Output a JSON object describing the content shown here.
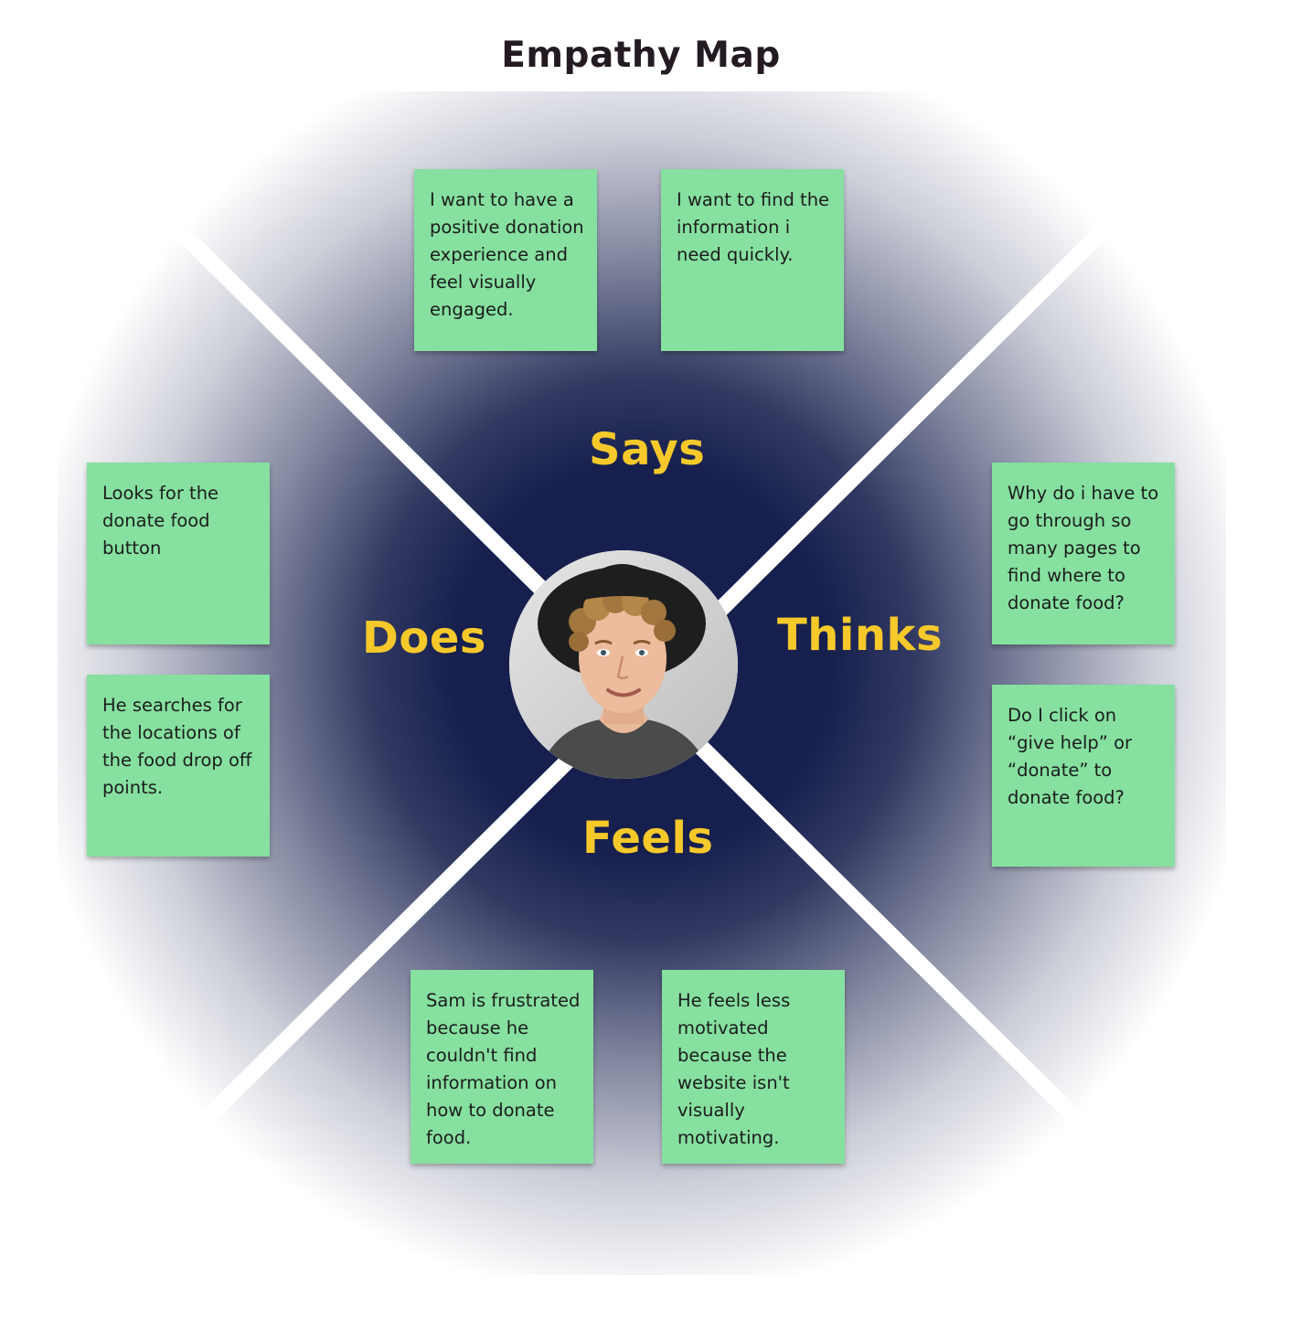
{
  "title": "Empathy Map",
  "quadrants": {
    "says": "Says",
    "does": "Does",
    "thinks": "Thinks",
    "feels": "Feels"
  },
  "notes": {
    "says": [
      "I want to have a positive donation experience and feel visually engaged.",
      "I want to find the information i need quickly."
    ],
    "does": [
      "Looks for the donate food button",
      "He searches for the locations of the food drop off points."
    ],
    "thinks": [
      "Why do i have to go through so many pages to find where to donate food?",
      "Do I click on “give help” or “donate” to donate food?"
    ],
    "feels": [
      "Sam is frustrated because he couldn't find information on how to donate food.",
      "He  feels less motivated because the website isn't visually motivating."
    ]
  },
  "persona": {
    "image": "persona-photo"
  },
  "colors": {
    "center": "#161f4d",
    "note": "#86e0a0",
    "label": "#f6c92b",
    "title": "#231a22",
    "divider": "#ffffff"
  }
}
